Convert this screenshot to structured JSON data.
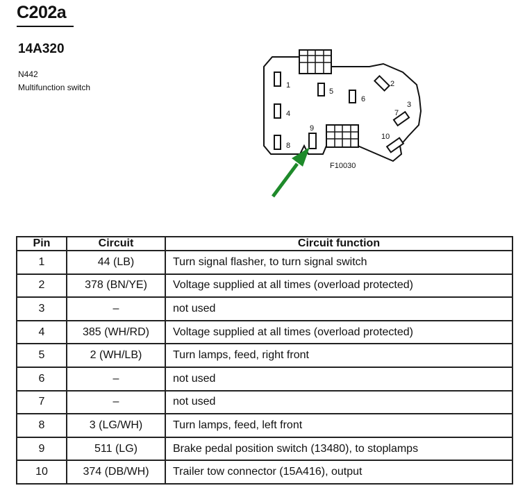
{
  "header": {
    "connector": "C202a",
    "part_number": "14A320",
    "code": "N442",
    "description": "Multifunction switch"
  },
  "diagram": {
    "pin_labels": [
      "1",
      "2",
      "3",
      "4",
      "5",
      "6",
      "7",
      "8",
      "9",
      "10"
    ],
    "figure_id": "F10030",
    "arrow_color": "#1e8a2a"
  },
  "table": {
    "headers": [
      "Pin",
      "Circuit",
      "Circuit function"
    ],
    "rows": [
      {
        "pin": "1",
        "circuit": "44 (LB)",
        "function": "Turn signal flasher, to turn signal switch"
      },
      {
        "pin": "2",
        "circuit": "378 (BN/YE)",
        "function": "Voltage supplied at all times (overload protected)"
      },
      {
        "pin": "3",
        "circuit": "–",
        "function": "not used"
      },
      {
        "pin": "4",
        "circuit": "385 (WH/RD)",
        "function": "Voltage supplied at all times (overload protected)"
      },
      {
        "pin": "5",
        "circuit": "2 (WH/LB)",
        "function": "Turn lamps, feed, right front"
      },
      {
        "pin": "6",
        "circuit": "–",
        "function": "not used"
      },
      {
        "pin": "7",
        "circuit": "–",
        "function": "not used"
      },
      {
        "pin": "8",
        "circuit": "3 (LG/WH)",
        "function": "Turn lamps, feed, left front"
      },
      {
        "pin": "9",
        "circuit": "511 (LG)",
        "function": "Brake pedal position switch (13480), to stoplamps"
      },
      {
        "pin": "10",
        "circuit": "374 (DB/WH)",
        "function": "Trailer tow connector (15A416), output"
      }
    ]
  }
}
